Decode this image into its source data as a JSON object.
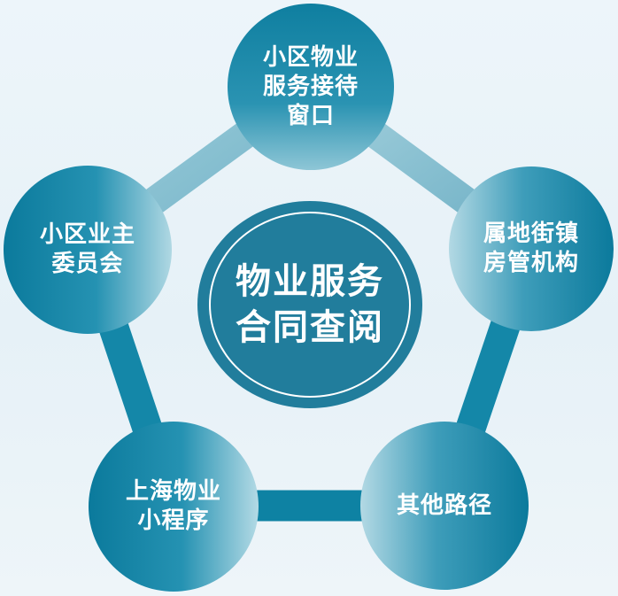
{
  "diagram": {
    "type": "hub-and-pentagon",
    "center": {
      "lines": [
        "物业服务",
        "合同查阅"
      ]
    },
    "nodes": [
      {
        "id": "top",
        "lines": [
          "小区物业",
          "服务接待",
          "窗口"
        ]
      },
      {
        "id": "right",
        "lines": [
          "属地街镇",
          "房管机构"
        ]
      },
      {
        "id": "bottom-right",
        "lines": [
          "其他路径"
        ]
      },
      {
        "id": "bottom-left",
        "lines": [
          "上海物业",
          "小程序"
        ]
      },
      {
        "id": "left",
        "lines": [
          "小区业主",
          "委员会"
        ]
      }
    ],
    "colors": {
      "background": "#eaf3f8",
      "center_fill": "#217d9c",
      "node_dark": "#0b7a9c",
      "node_light": "#b3d9e4",
      "link_light": "#86bfd0",
      "link_dark": "#0e82a3",
      "text": "#ffffff"
    }
  }
}
